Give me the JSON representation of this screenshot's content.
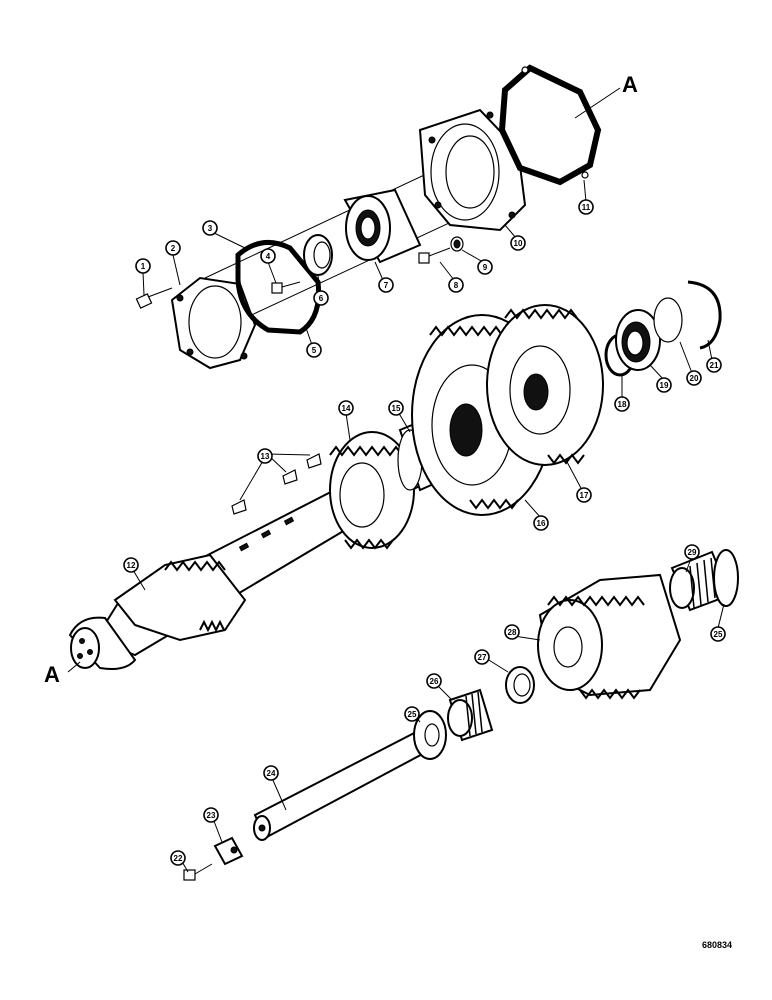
{
  "diagram": {
    "reference_letter": "A",
    "drawing_number": "680834",
    "callouts": [
      "1",
      "2",
      "3",
      "4",
      "5",
      "6",
      "7",
      "8",
      "9",
      "10",
      "11",
      "12",
      "13",
      "14",
      "15",
      "16",
      "17",
      "18",
      "19",
      "20",
      "21",
      "22",
      "23",
      "24",
      "25",
      "25",
      "26",
      "27",
      "28",
      "29"
    ]
  }
}
